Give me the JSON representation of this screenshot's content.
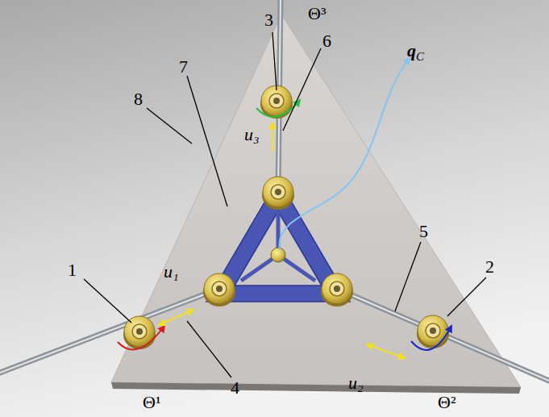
{
  "diagram": {
    "labels": [
      "3",
      "Θ³",
      "6",
      "u₃",
      "qC",
      "7",
      "8",
      "5",
      "2",
      "1",
      "u₁",
      "4",
      "u₂",
      "Θ²",
      "Θ¹"
    ]
  }
}
